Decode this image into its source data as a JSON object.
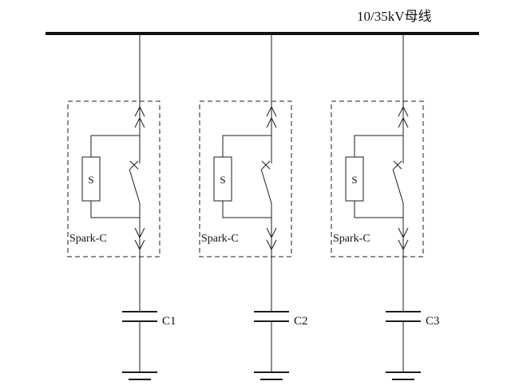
{
  "diagram": {
    "bus_label": "10/35kV母线",
    "line_color": "#1c1c1c",
    "background": "#ffffff"
  },
  "branches": [
    {
      "device_label": "Spark-C",
      "component_label": "S",
      "capacitor_label": "C1"
    },
    {
      "device_label": "Spark-C",
      "component_label": "S",
      "capacitor_label": "C2"
    },
    {
      "device_label": "Spark-C",
      "component_label": "S",
      "capacitor_label": "C3"
    }
  ]
}
